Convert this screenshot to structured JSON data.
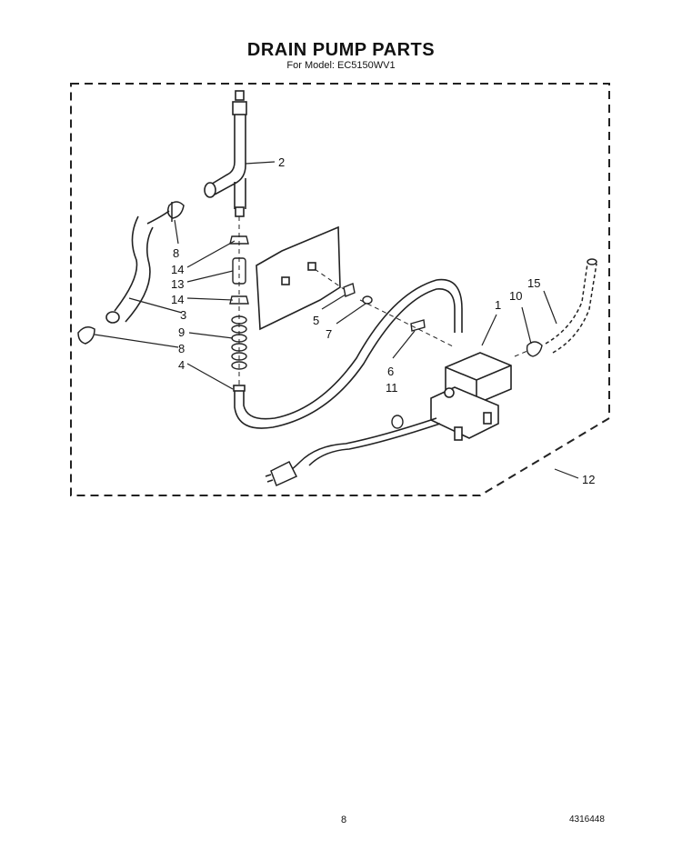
{
  "header": {
    "title": "DRAIN PUMP PARTS",
    "subtitle": "For Model: EC5150WV1"
  },
  "callouts": {
    "c1": "1",
    "c2": "2",
    "c3": "3",
    "c4": "4",
    "c5": "5",
    "c6": "6",
    "c7": "7",
    "c8a": "8",
    "c8b": "8",
    "c9": "9",
    "c10": "10",
    "c11": "11",
    "c12": "12",
    "c13": "13",
    "c14a": "14",
    "c14b": "14",
    "c15": "15"
  },
  "footer": {
    "page_number": "8",
    "part_number": "4316448"
  }
}
